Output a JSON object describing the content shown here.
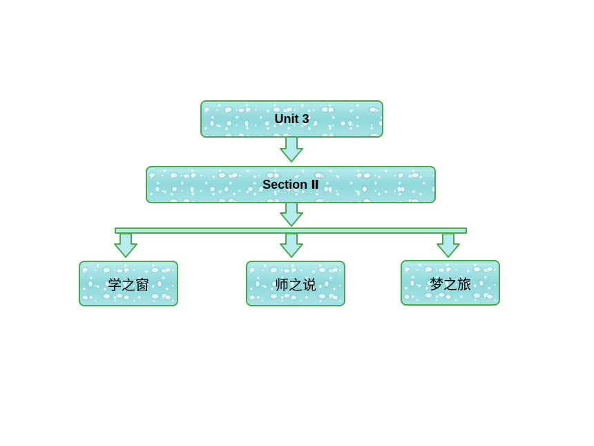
{
  "diagram": {
    "root": {
      "label": "Unit 3"
    },
    "section": {
      "label": "Section Ⅱ"
    },
    "children": [
      {
        "label": "学之窗"
      },
      {
        "label": "师之说"
      },
      {
        "label": "梦之旅"
      }
    ]
  },
  "colors": {
    "border": "#4aa84a",
    "fill": "#9fe0e2",
    "arrow_fill": "#b7ecee"
  },
  "icons": [
    "down-arrow-icon"
  ]
}
